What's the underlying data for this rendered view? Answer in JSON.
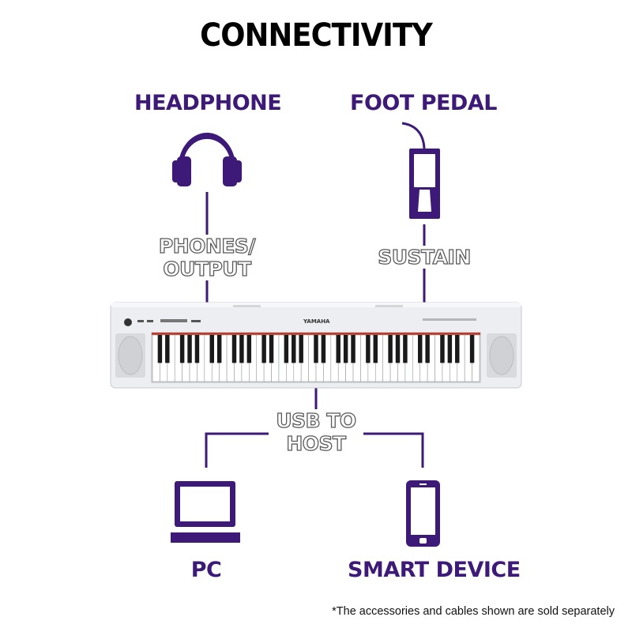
{
  "title": "CONNECTIVITY",
  "devices": {
    "headphone": "HEADPHONE",
    "foot_pedal": "FOOT PEDAL",
    "pc": "PC",
    "smart_device": "SMART DEVICE"
  },
  "ports": {
    "phones_line1": "PHONES/",
    "phones_line2": "OUTPUT",
    "sustain": "SUSTAIN",
    "usb_line1": "USB TO",
    "usb_line2": "HOST"
  },
  "keyboard": {
    "brand": "YAMAHA",
    "white_key_count": 44
  },
  "footnote": "*The accessories and cables shown are sold separately",
  "colors": {
    "accent": "#3d1a78",
    "line": "#3d1a78",
    "keyboard_body": "#e9eaed"
  },
  "icons": [
    "headphones-icon",
    "foot-pedal-icon",
    "laptop-icon",
    "smartphone-icon"
  ]
}
